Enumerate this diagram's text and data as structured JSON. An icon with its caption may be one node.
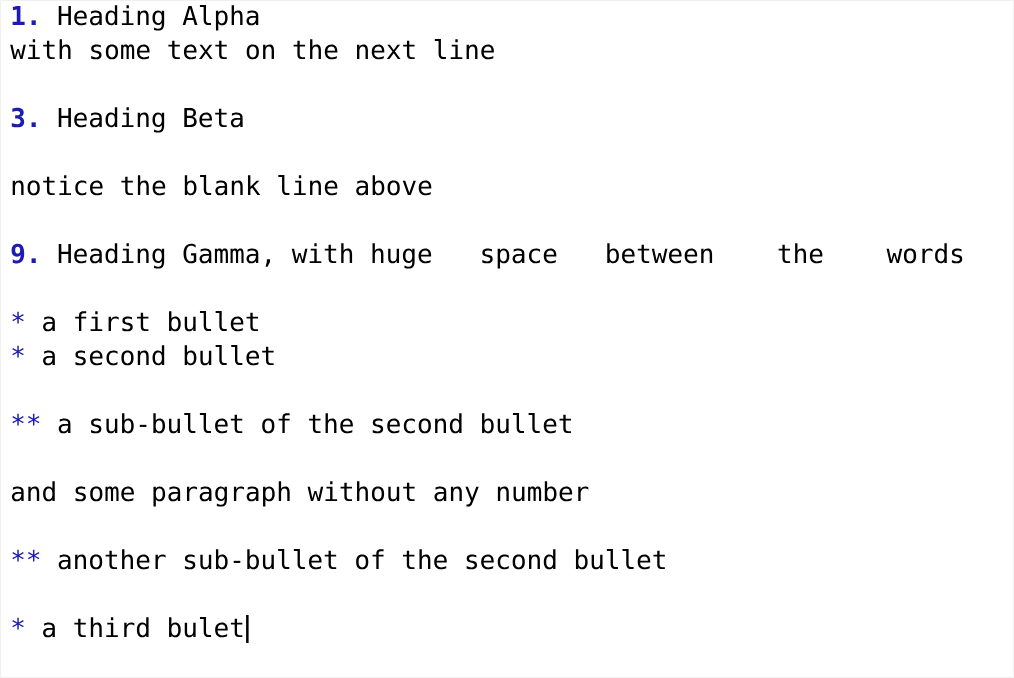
{
  "diagram": {
    "labels": [
      "1.",
      "Heading Alpha",
      "with some text on the next line",
      "3.",
      "Heading Beta",
      "notice the blank line above",
      "9.",
      "Heading Gamma, with huge   space   between    the    words",
      "*",
      "a first bullet",
      "*",
      "a second bullet",
      "**",
      "a sub-bullet of the second bullet",
      "and some paragraph without any number",
      "**",
      "another sub-bullet of the second bullet",
      "*",
      "a third bulet"
    ]
  }
}
